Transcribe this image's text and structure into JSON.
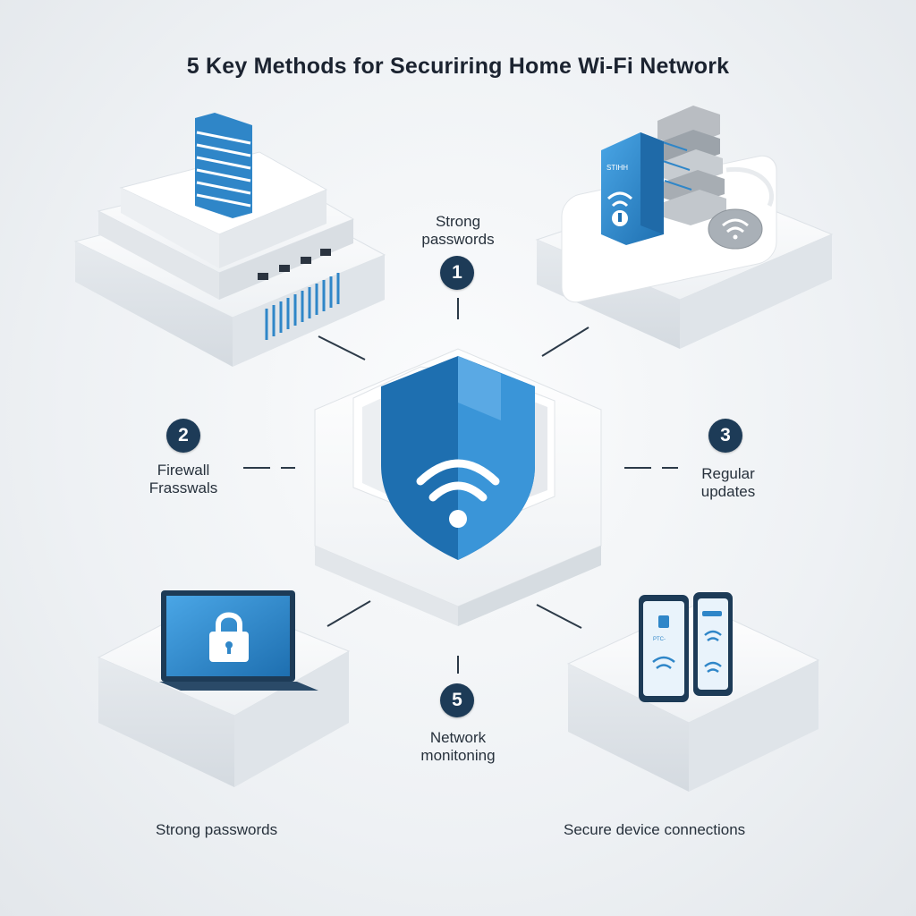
{
  "title": "5 Key Methods for Securiring Home Wi-Fi Network",
  "nodes": [
    {
      "number": "1",
      "lines": [
        "Strong",
        "passwords"
      ]
    },
    {
      "number": "2",
      "lines": [
        "Firewall",
        "Frasswals"
      ]
    },
    {
      "number": "3",
      "lines": [
        "Regular",
        "updates"
      ]
    },
    {
      "number": "5",
      "lines": [
        "Network",
        "monitoning"
      ]
    }
  ],
  "captions": {
    "bottom_left": "Strong passwords",
    "bottom_right": "Secure device connections"
  },
  "device_text": {
    "router_label": "STIHH",
    "phone_label": "PTC-"
  },
  "colors": {
    "accent": "#2f86c8",
    "badge": "#1d3b57",
    "platform": "#f4f6f8"
  },
  "icons": [
    "shield-wifi-icon",
    "server-rack-icon",
    "wifi-router-icon",
    "laptop-lock-icon",
    "smartphone-wifi-icon"
  ]
}
